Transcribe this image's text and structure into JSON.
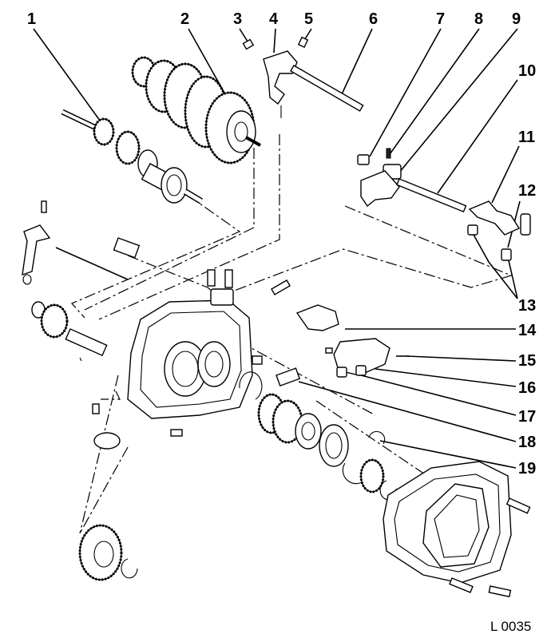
{
  "diagram": {
    "callouts": [
      "1",
      "2",
      "3",
      "4",
      "5",
      "6",
      "7",
      "8",
      "9",
      "10",
      "11",
      "12",
      "13",
      "14",
      "15",
      "16",
      "17",
      "18",
      "19"
    ],
    "reference_code": "L 0035"
  }
}
